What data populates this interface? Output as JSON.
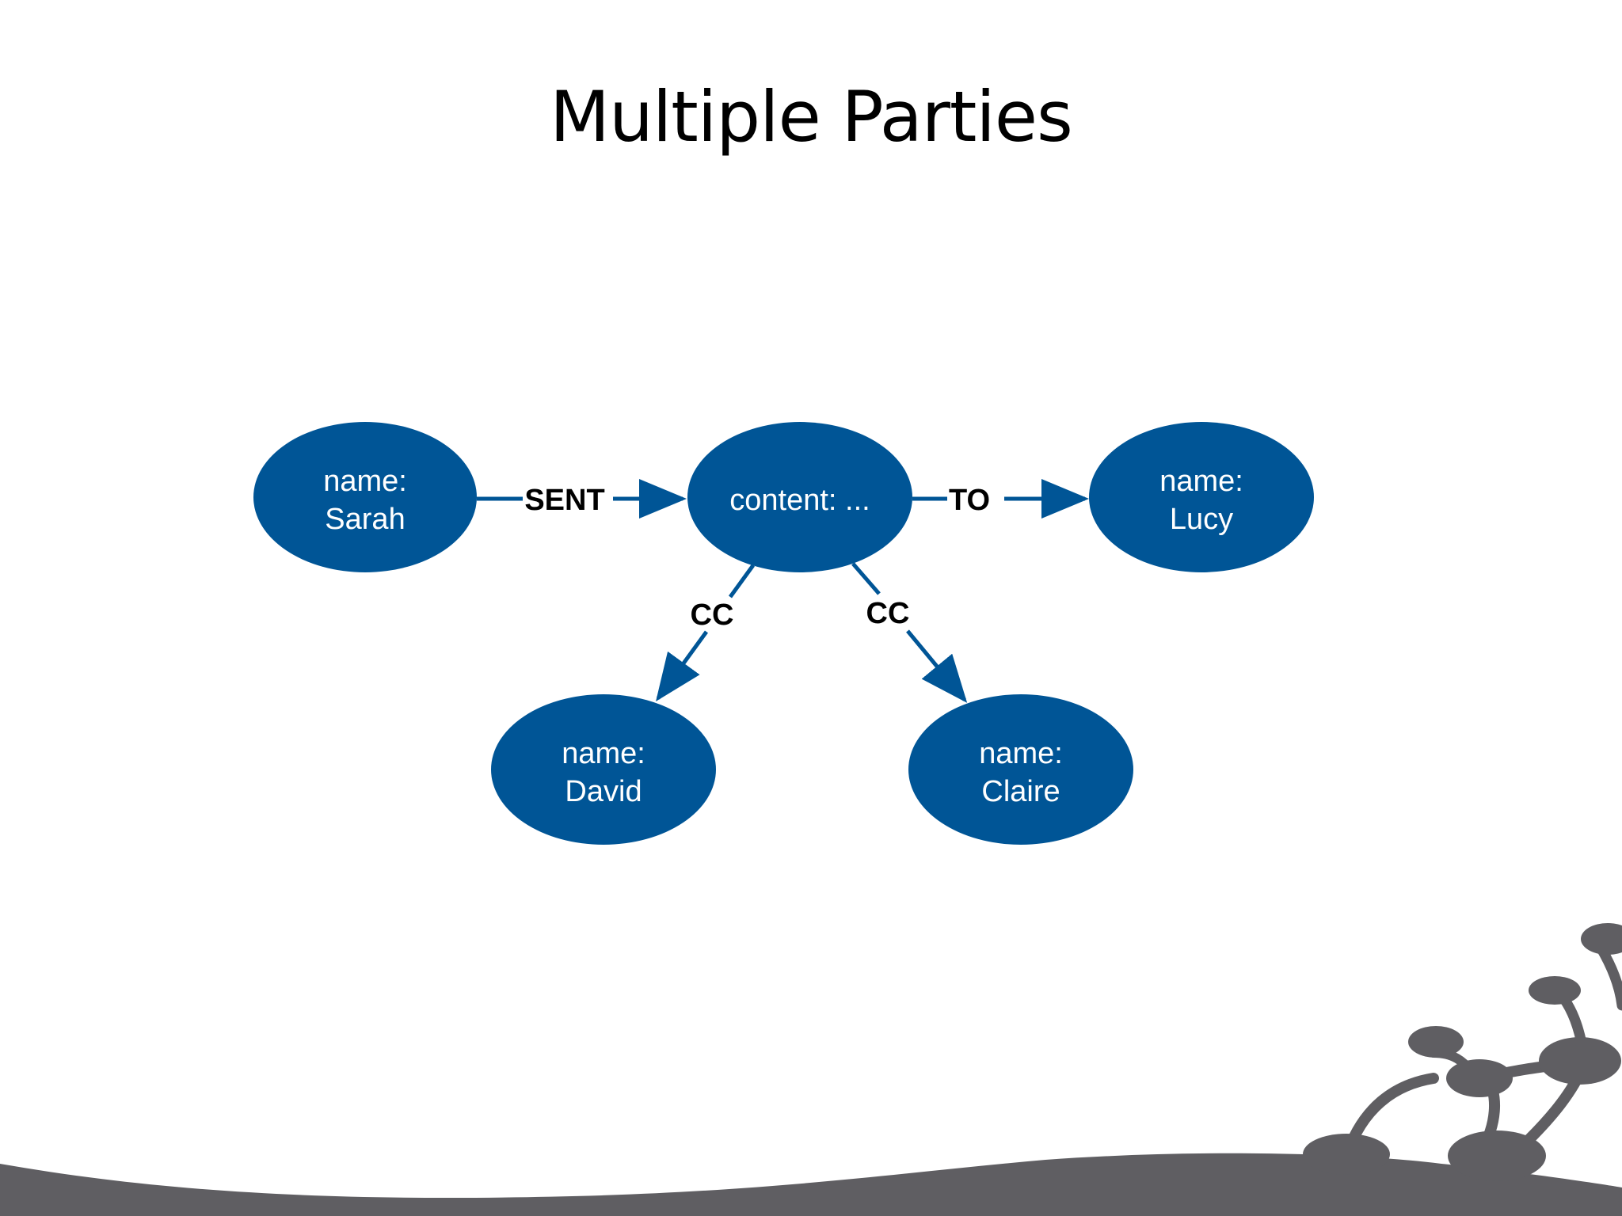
{
  "slide": {
    "title": "Multiple Parties"
  },
  "colors": {
    "node_fill": "#005596",
    "edge_stroke": "#005596",
    "decor_gray": "#5f5e62",
    "label_text": "#000000",
    "node_text": "#ffffff"
  },
  "diagram": {
    "nodes": {
      "sarah": {
        "line1": "name:",
        "line2": "Sarah"
      },
      "message": {
        "line1": "content: ..."
      },
      "lucy": {
        "line1": "name:",
        "line2": "Lucy"
      },
      "david": {
        "line1": "name:",
        "line2": "David"
      },
      "claire": {
        "line1": "name:",
        "line2": "Claire"
      }
    },
    "edges": {
      "sent": {
        "label": "SENT"
      },
      "to": {
        "label": "TO"
      },
      "cc_david": {
        "label": "CC"
      },
      "cc_claire": {
        "label": "CC"
      }
    }
  }
}
